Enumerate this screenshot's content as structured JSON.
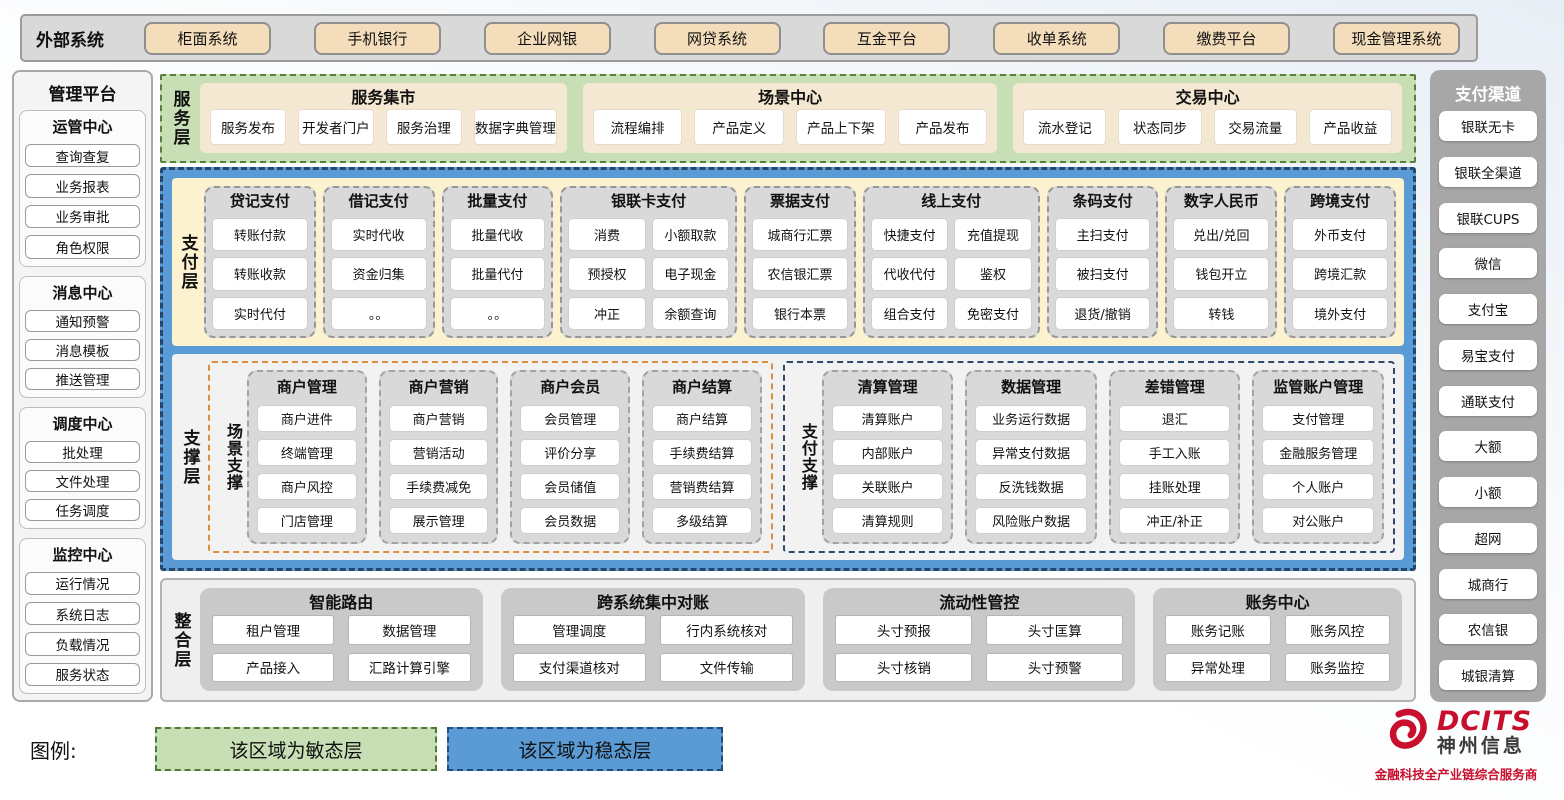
{
  "external_systems": {
    "label": "外部系统",
    "items": [
      "柜面系统",
      "手机银行",
      "企业网银",
      "网贷系统",
      "互金平台",
      "收单系统",
      "缴费平台",
      "现金管理系统"
    ]
  },
  "management_platform": {
    "title": "管理平台",
    "groups": [
      {
        "title": "运管中心",
        "items": [
          "查询查复",
          "业务报表",
          "业务审批",
          "角色权限"
        ]
      },
      {
        "title": "消息中心",
        "items": [
          "通知预警",
          "消息模板",
          "推送管理"
        ]
      },
      {
        "title": "调度中心",
        "items": [
          "批处理",
          "文件处理",
          "任务调度"
        ]
      },
      {
        "title": "监控中心",
        "items": [
          "运行情况",
          "系统日志",
          "负载情况",
          "服务状态"
        ]
      }
    ]
  },
  "service_layer": {
    "label": "服务层",
    "cards": [
      {
        "title": "服务集市",
        "flex": 365,
        "items": [
          "服务发布",
          "开发者门户",
          "服务治理",
          "数据字典管理"
        ]
      },
      {
        "title": "场景中心",
        "flex": 415,
        "items": [
          "流程编排",
          "产品定义",
          "产品上下架",
          "产品发布"
        ]
      },
      {
        "title": "交易中心",
        "flex": 388,
        "items": [
          "流水登记",
          "状态同步",
          "交易流量",
          "产品收益"
        ]
      }
    ]
  },
  "payment_layer": {
    "label": "支付层",
    "columns": [
      {
        "title": "贷记支付",
        "wide": false,
        "rows": [
          [
            "转账付款"
          ],
          [
            "转账收款"
          ],
          [
            "实时代付"
          ]
        ]
      },
      {
        "title": "借记支付",
        "wide": false,
        "rows": [
          [
            "实时代收"
          ],
          [
            "资金归集"
          ],
          [
            "。。"
          ]
        ]
      },
      {
        "title": "批量支付",
        "wide": false,
        "rows": [
          [
            "批量代收"
          ],
          [
            "批量代付"
          ],
          [
            "。。"
          ]
        ]
      },
      {
        "title": "银联卡支付",
        "wide": true,
        "rows": [
          [
            "消费",
            "小额取款"
          ],
          [
            "预授权",
            "电子现金"
          ],
          [
            "冲正",
            "余额查询"
          ]
        ]
      },
      {
        "title": "票据支付",
        "wide": false,
        "rows": [
          [
            "城商行汇票"
          ],
          [
            "农信银汇票"
          ],
          [
            "银行本票"
          ]
        ]
      },
      {
        "title": "线上支付",
        "wide": true,
        "rows": [
          [
            "快捷支付",
            "充值提现"
          ],
          [
            "代收代付",
            "鉴权"
          ],
          [
            "组合支付",
            "免密支付"
          ]
        ]
      },
      {
        "title": "条码支付",
        "wide": false,
        "rows": [
          [
            "主扫支付"
          ],
          [
            "被扫支付"
          ],
          [
            "退货/撤销"
          ]
        ]
      },
      {
        "title": "数字人民币",
        "wide": false,
        "rows": [
          [
            "兑出/兑回"
          ],
          [
            "钱包开立"
          ],
          [
            "转钱"
          ]
        ]
      },
      {
        "title": "跨境支付",
        "wide": false,
        "rows": [
          [
            "外币支付"
          ],
          [
            "跨境汇款"
          ],
          [
            "境外支付"
          ]
        ]
      }
    ]
  },
  "support_layer": {
    "label": "支撑层",
    "groups": [
      {
        "label": "场景支撑",
        "theme": "orange",
        "columns": [
          {
            "title": "商户管理",
            "items": [
              "商户进件",
              "终端管理",
              "商户风控",
              "门店管理"
            ]
          },
          {
            "title": "商户营销",
            "items": [
              "商户营销",
              "营销活动",
              "手续费减免",
              "展示管理"
            ]
          },
          {
            "title": "商户会员",
            "items": [
              "会员管理",
              "评价分享",
              "会员储值",
              "会员数据"
            ]
          },
          {
            "title": "商户结算",
            "items": [
              "商户结算",
              "手续费结算",
              "营销费结算",
              "多级结算"
            ]
          }
        ]
      },
      {
        "label": "支付支撑",
        "theme": "navy",
        "columns": [
          {
            "title": "清算管理",
            "items": [
              "清算账户",
              "内部账户",
              "关联账户",
              "清算规则"
            ]
          },
          {
            "title": "数据管理",
            "items": [
              "业务运行数据",
              "异常支付数据",
              "反洗钱数据",
              "风险账户数据"
            ]
          },
          {
            "title": "差错管理",
            "items": [
              "退汇",
              "手工入账",
              "挂账处理",
              "冲正/补正"
            ]
          },
          {
            "title": "监管账户管理",
            "items": [
              "支付管理",
              "金融服务管理",
              "个人账户",
              "对公账户"
            ]
          }
        ]
      }
    ]
  },
  "integration_layer": {
    "label": "整合层",
    "cards": [
      {
        "title": "智能路由",
        "flex": 1.15,
        "items": [
          "租户管理",
          "数据管理",
          "产品接入",
          "汇路计算引擎"
        ]
      },
      {
        "title": "跨系统集中对账",
        "flex": 1.25,
        "items": [
          "管理调度",
          "行内系统核对",
          "支付渠道核对",
          "文件传输"
        ]
      },
      {
        "title": "流动性管控",
        "flex": 1.28,
        "items": [
          "头寸预报",
          "头寸匡算",
          "头寸核销",
          "头寸预警"
        ]
      },
      {
        "title": "账务中心",
        "flex": 1.0,
        "items": [
          "账务记账",
          "账务风控",
          "异常处理",
          "账务监控"
        ]
      }
    ]
  },
  "payment_channels": {
    "title": "支付渠道",
    "items": [
      "银联无卡",
      "银联全渠道",
      "银联CUPS",
      "微信",
      "支付宝",
      "易宝支付",
      "通联支付",
      "大额",
      "小额",
      "超网",
      "城商行",
      "农信银",
      "城银清算"
    ]
  },
  "legend": {
    "label": "图例:",
    "items": [
      {
        "text": "该区域为敏态层",
        "type": "green"
      },
      {
        "text": "该区域为稳态层",
        "type": "blue"
      }
    ]
  },
  "logo": {
    "brand": "DCITS",
    "name": "神州信息",
    "tagline": "金融科技全产业链综合服务商"
  },
  "colors": {
    "agile_green": "#C8DFB6",
    "stable_blue": "#5B9BD5",
    "tan_button": "#F4DDBA",
    "cream_payment": "#FDF2CF",
    "gray_card": "#D9D9D9",
    "orange_dash": "#DD8F3D",
    "navy_dash": "#2C4A6B",
    "brand_red": "#C8102E"
  }
}
